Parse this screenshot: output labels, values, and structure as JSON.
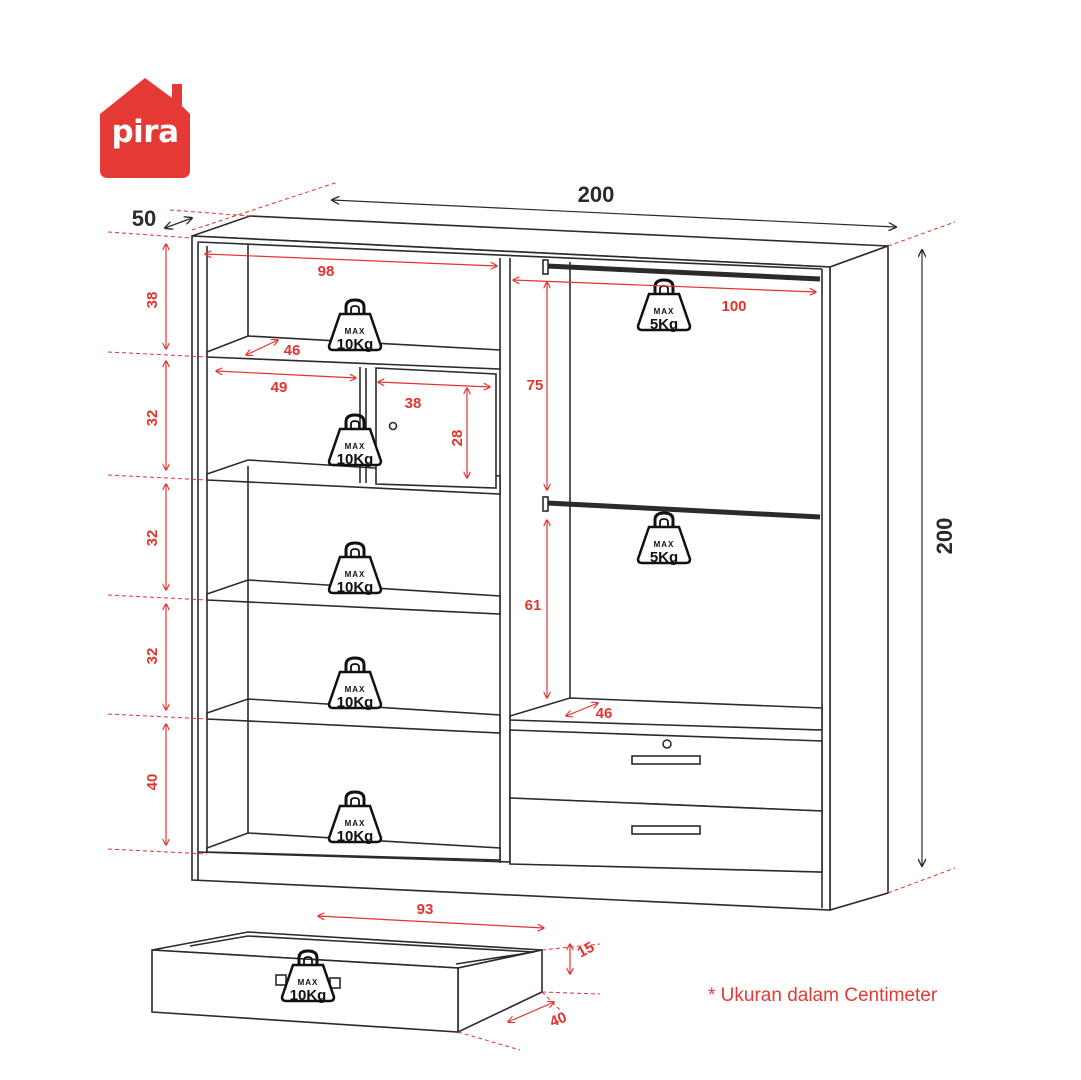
{
  "brand": {
    "name": "pira",
    "color": "#e53935"
  },
  "note": "* Ukuran dalam Centimeter",
  "colors": {
    "dimension_red": "#e1342f",
    "outline": "#2b2b2b"
  },
  "overall": {
    "width": "200",
    "height": "200",
    "depth": "50"
  },
  "left_section": {
    "inner_width": "98",
    "shelf_depth": "46",
    "compartment_heights": [
      "38",
      "32",
      "32",
      "32",
      "40"
    ],
    "open_box_width": "49",
    "door_box_width": "38",
    "door_box_height": "28"
  },
  "right_section": {
    "rail_width": "100",
    "upper_hanging_height": "75",
    "lower_hanging_height": "61",
    "shelf_depth": "46"
  },
  "drawer": {
    "width": "93",
    "height": "15",
    "depth": "40"
  },
  "weights": {
    "shelf_max_label": "MAX",
    "shelf_max_value": "10Kg",
    "rail_max_label": "MAX",
    "rail_max_value": "5Kg"
  }
}
